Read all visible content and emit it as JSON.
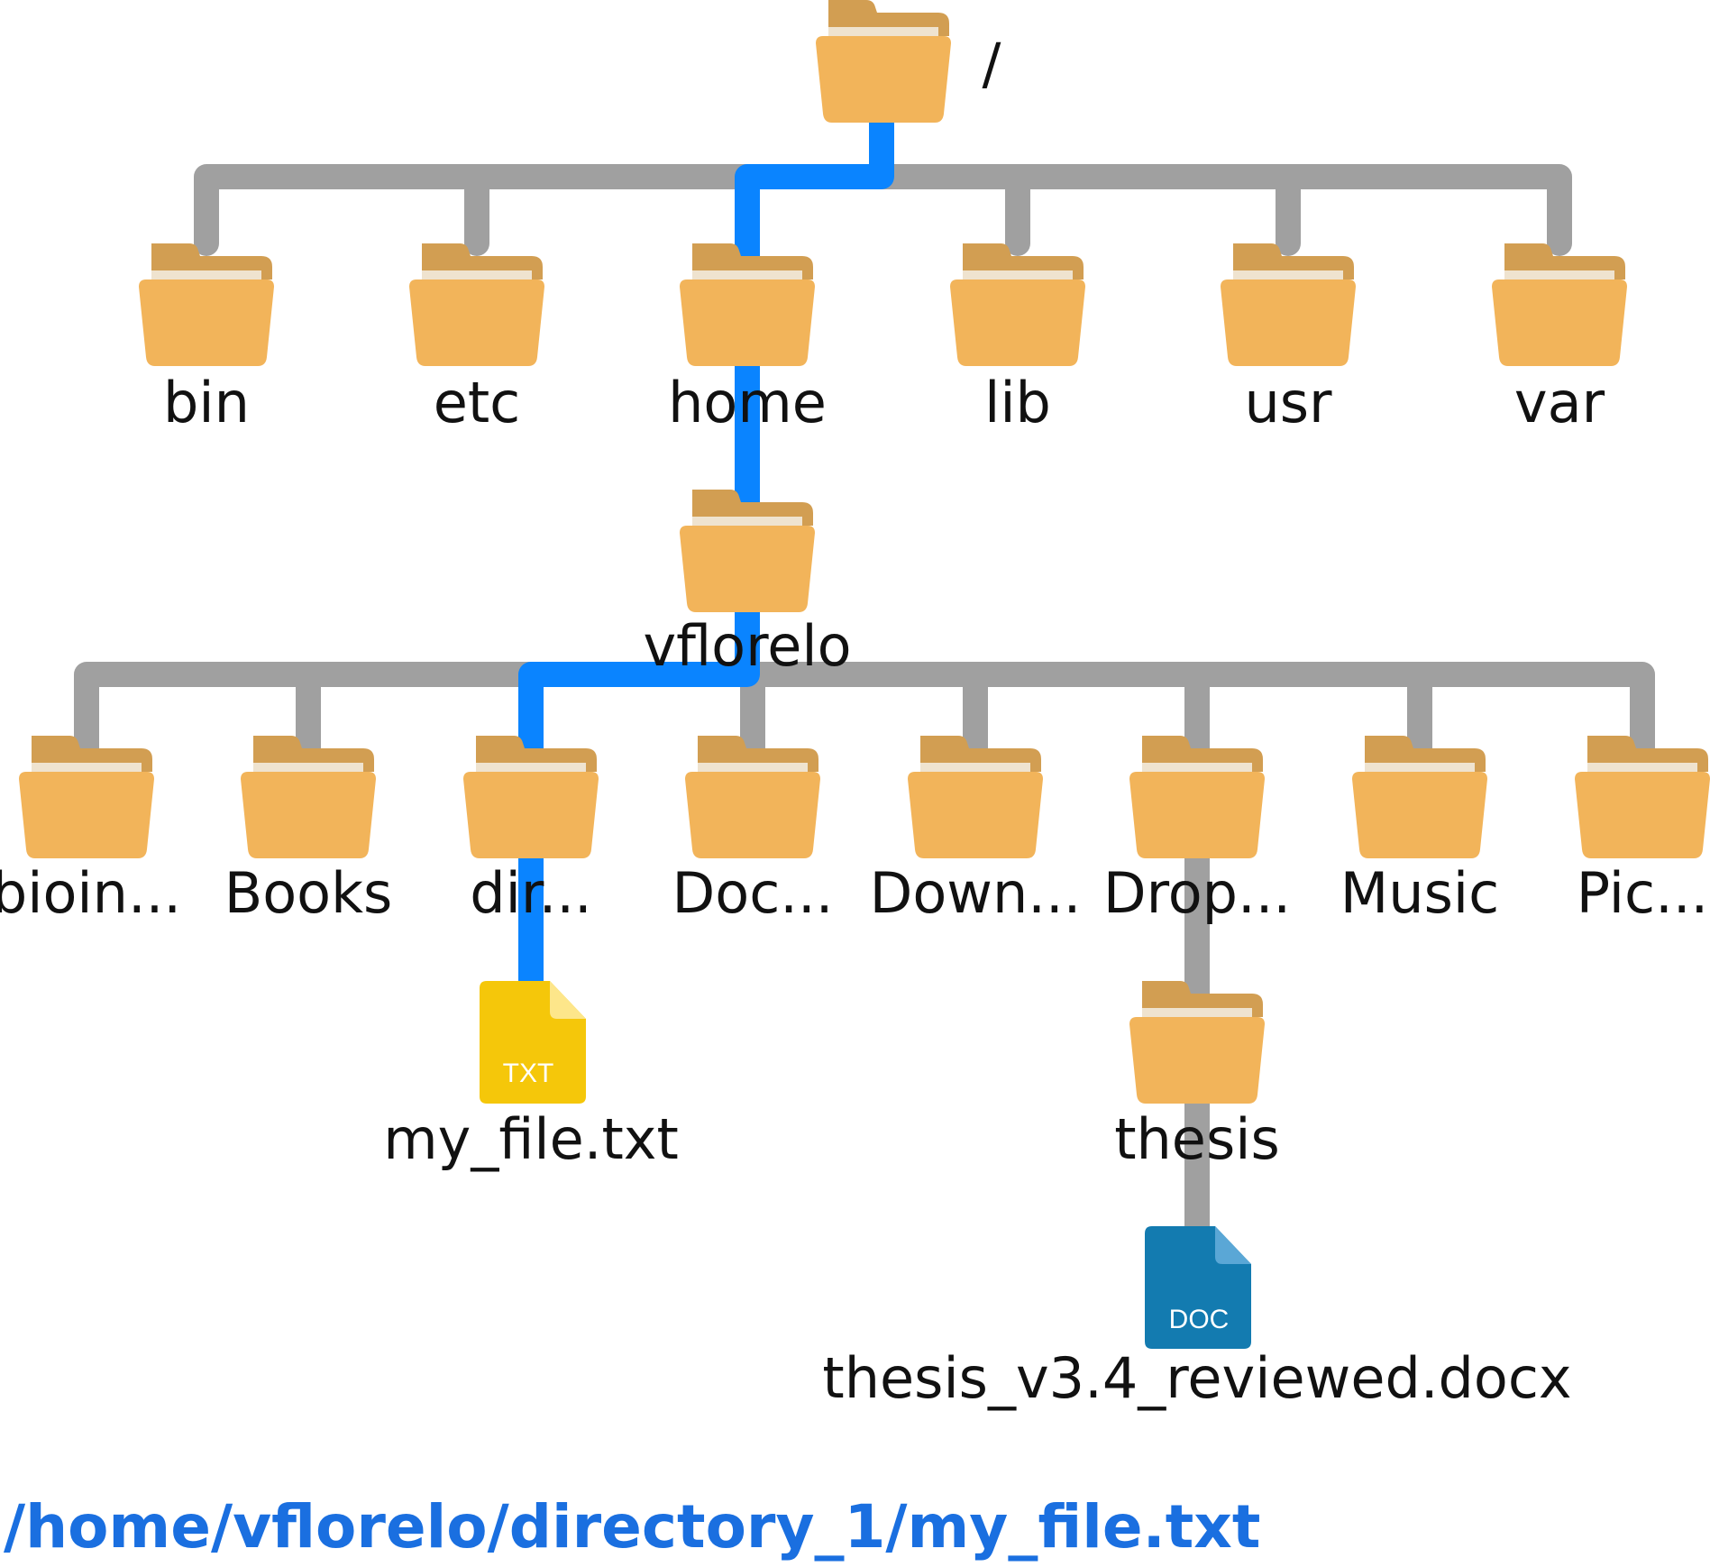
{
  "root_label": "/",
  "level1": [
    "bin",
    "etc",
    "home",
    "lib",
    "usr",
    "var"
  ],
  "home_child": "vflorelo",
  "level3": [
    "bioin...",
    "Books",
    "dir...",
    "Doc...",
    "Down...",
    "Drop...",
    "Music",
    "Pic..."
  ],
  "txt_file": {
    "name": "my_file.txt",
    "badge": "TXT"
  },
  "thesis_folder": "thesis",
  "doc_file": {
    "name": "thesis_v3.4_reviewed.docx",
    "badge": "DOC"
  },
  "highlighted_path": "/home/vflorelo/directory_1/my_file.txt",
  "colors": {
    "folder_front": "#f2b45a",
    "folder_back": "#d29e52",
    "folder_paper": "#efe3cf",
    "connector": "#a0a0a0",
    "highlight": "#0a84ff",
    "txt_icon": "#f5c70a",
    "doc_icon": "#137bb0",
    "path_text": "#1a6fe0"
  }
}
